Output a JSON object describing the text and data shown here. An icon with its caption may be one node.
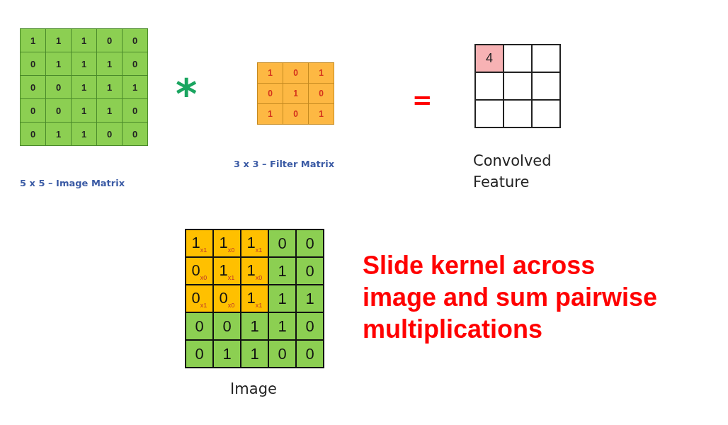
{
  "diagram": {
    "nodes": [
      {
        "text": [
          "1",
          "1",
          "1",
          "0",
          "0",
          "0",
          "1",
          "1",
          "1",
          "0",
          "0",
          "0",
          "1",
          "1",
          "1",
          "0",
          "0",
          "1",
          "1",
          "0",
          "0",
          "1",
          "1",
          "0",
          "0"
        ],
        "beside": [
          "5 x 5 – Image Matrix"
        ]
      },
      {
        "text": [
          "1",
          "0",
          "1",
          "0",
          "1",
          "0",
          "1",
          "0",
          "1"
        ],
        "beside": [
          "3 x 3 – Filter Matrix"
        ]
      },
      {
        "text": [
          "4"
        ],
        "beside": [
          "Convolved Feature"
        ]
      },
      {
        "text": [
          "1$_{x1}$",
          "1$_{x0}$",
          "1$_{x1}$",
          "0",
          "0",
          "0$_{x0}$",
          "1$_{x1}$",
          "1$_{x0}$",
          "1",
          "0",
          "0$_{x1}$",
          "0$_{x0}$",
          "1$_{x1}$",
          "1",
          "1",
          "0",
          "0",
          "1",
          "1",
          "0",
          "0",
          "1",
          "1",
          "0",
          "0"
        ],
        "beside": [
          "Image"
        ]
      }
    ],
    "labels": [
      "*",
      "=",
      "Slide kernel across image and sum pairwise multiplications"
    ]
  }
}
